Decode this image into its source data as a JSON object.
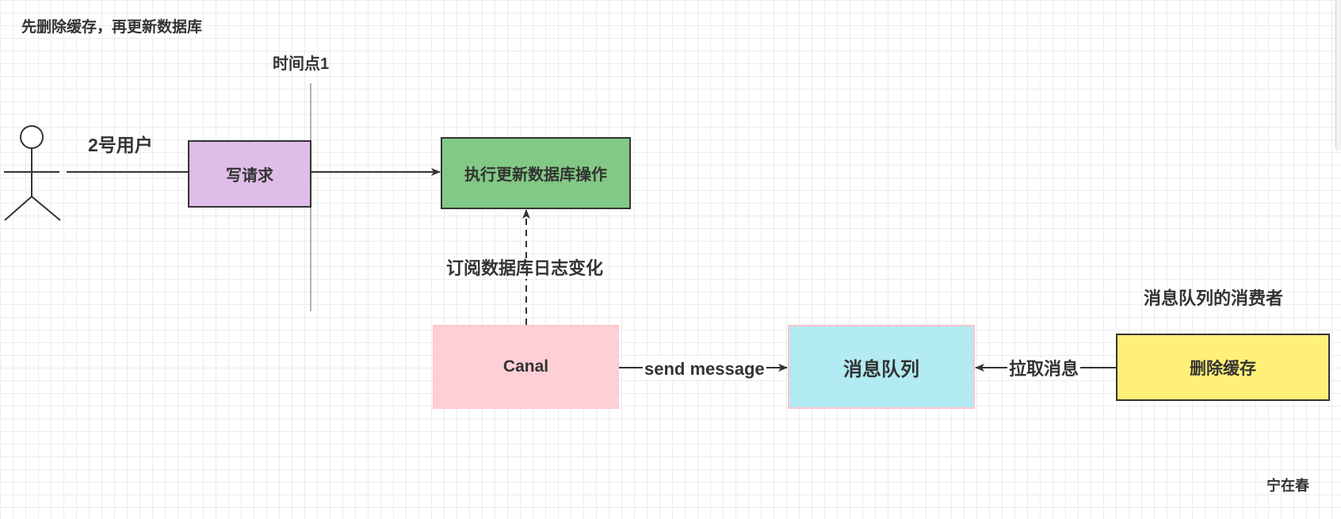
{
  "diagram": {
    "title": "先删除缓存，再更新数据库",
    "timepoint_label": "时间点1",
    "user_label": "2号用户",
    "consumer_label": "消息队列的消费者",
    "author": "宁在春"
  },
  "nodes": {
    "write_request": "写请求",
    "update_db": "执行更新数据库操作",
    "canal": "Canal",
    "message_queue": "消息队列",
    "delete_cache": "删除缓存"
  },
  "edges": {
    "subscribe_binlog": "订阅数据库日志变化",
    "send_message": "send message",
    "pull_message": "拉取消息"
  },
  "colors": {
    "write_request": "#dfbde9",
    "update_db": "#82c985",
    "canal": "#ffcfd6",
    "message_queue": "#b2ebf2",
    "delete_cache": "#fff177",
    "stroke": "#333333"
  }
}
